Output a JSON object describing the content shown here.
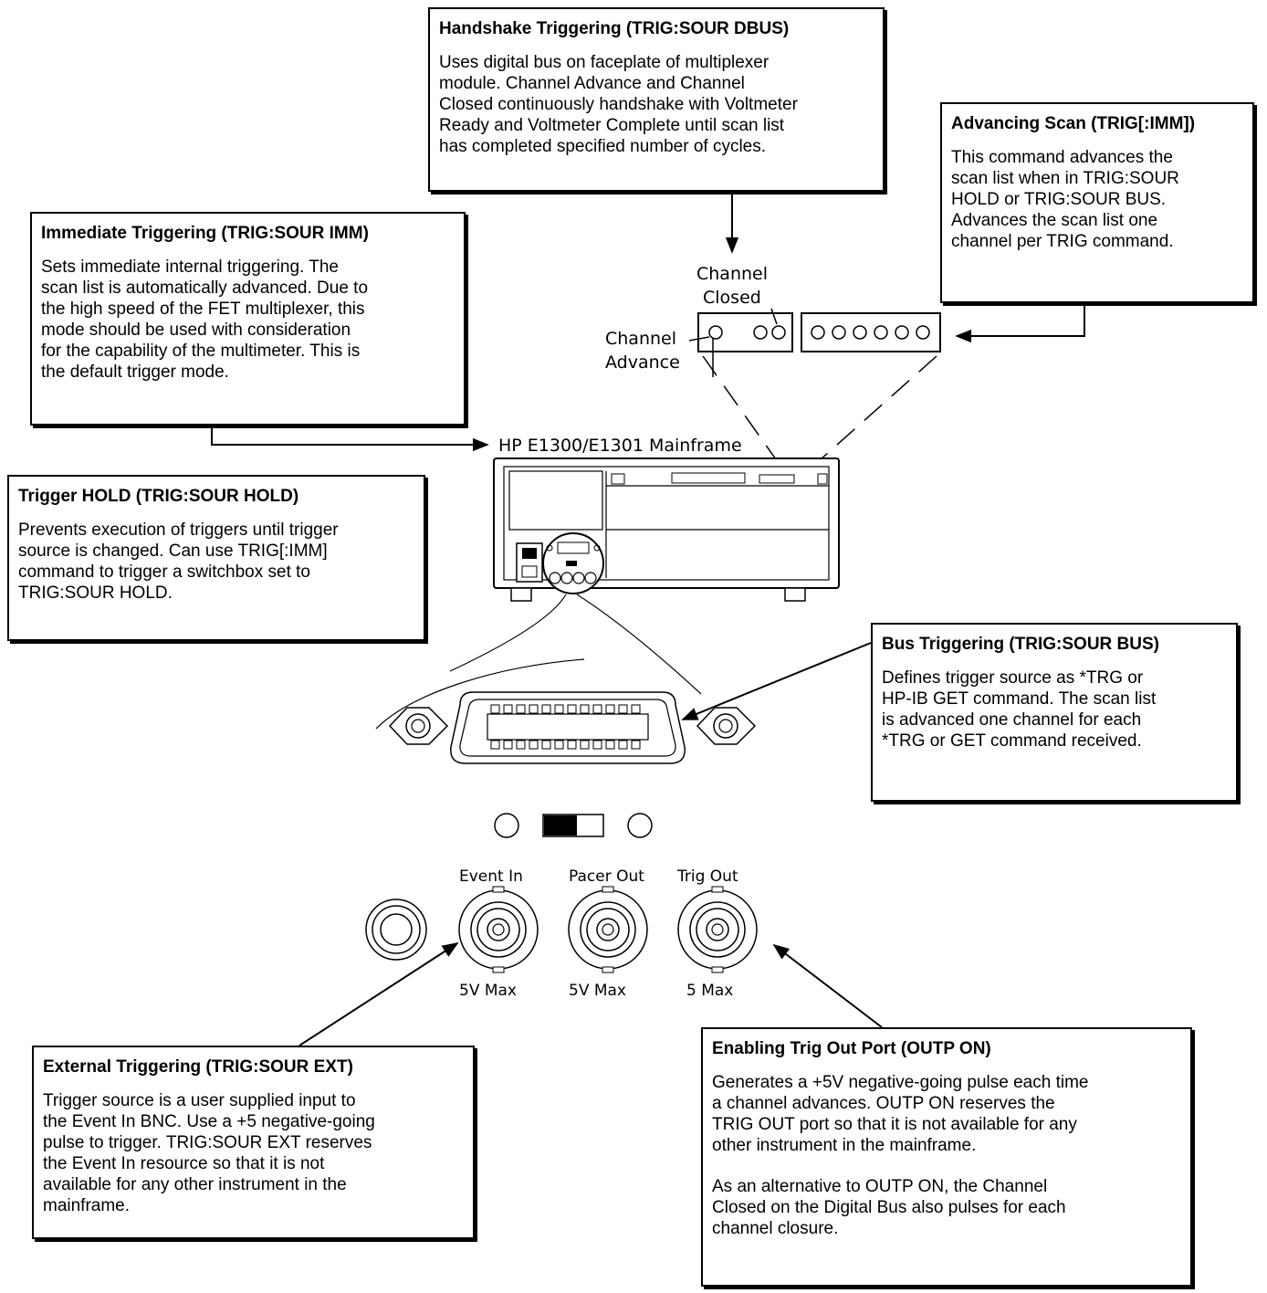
{
  "boxes": {
    "handshake": {
      "title": "Handshake Triggering (TRIG:SOUR DBUS)",
      "body": "Uses digital bus on faceplate of multiplexer\nmodule. Channel Advance and Channel\nClosed continuously handshake with Voltmeter\nReady and Voltmeter Complete until scan list\nhas completed specified number of cycles."
    },
    "advancing": {
      "title": "Advancing Scan (TRIG[:IMM])",
      "body": "This command advances the\nscan list when in TRIG:SOUR\nHOLD or TRIG:SOUR BUS.\nAdvances the scan list one\nchannel per TRIG command."
    },
    "immediate": {
      "title": "Immediate Triggering (TRIG:SOUR IMM)",
      "body": "Sets immediate internal triggering. The\nscan list is automatically advanced. Due to\nthe high speed of the FET multiplexer, this\nmode should be used with consideration\nfor the capability of the multimeter. This is\nthe default trigger mode."
    },
    "hold": {
      "title": "Trigger HOLD (TRIG:SOUR HOLD)",
      "body": "Prevents execution of triggers until trigger\nsource is changed. Can use TRIG[:IMM]\ncommand to trigger a switchbox set to\nTRIG:SOUR HOLD."
    },
    "bus": {
      "title": "Bus Triggering (TRIG:SOUR BUS)",
      "body": "Defines trigger source as *TRG or\nHP-IB GET command. The scan list\nis advanced one channel for each\n*TRG or GET command received."
    },
    "external": {
      "title": "External Triggering (TRIG:SOUR EXT)",
      "body": "Trigger source is a user supplied input to\nthe Event In BNC. Use a +5 negative-going\npulse to trigger. TRIG:SOUR EXT reserves\nthe Event In resource so that it is not\navailable for any other instrument in the\nmainframe."
    },
    "trigout": {
      "title": "Enabling Trig Out Port (OUTP ON)",
      "body": "Generates a +5V negative-going pulse each time\na channel advances. OUTP ON reserves the\nTRIG OUT port so that it is not available for any\nother instrument in the mainframe.",
      "body2": "As an alternative to OUTP ON, the Channel\nClosed on the Digital Bus also pulses for each\nchannel closure."
    }
  },
  "labels": {
    "channel_closed_1": "Channel",
    "channel_closed_2": "Closed",
    "channel_advance_1": "Channel",
    "channel_advance_2": "Advance",
    "mainframe": "HP E1300/E1301 Mainframe",
    "event_in": "Event In",
    "pacer_out": "Pacer Out",
    "trig_out": "Trig Out",
    "event_in_max": "5V Max",
    "pacer_out_max": "5V Max",
    "trig_out_max": "5 Max"
  }
}
